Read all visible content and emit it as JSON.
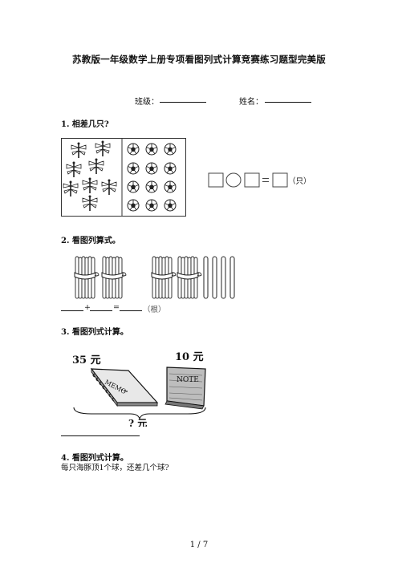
{
  "title": "苏教版一年级数学上册专项看图列式计算竞赛练习题型完美版",
  "header": {
    "class_label": "班级：",
    "name_label": "姓名："
  },
  "q1": {
    "label": "1. 相差几只?",
    "unit": "（只）"
  },
  "q2": {
    "label": "2. 看图列算式。",
    "plus": "+",
    "equals": "=",
    "unit": "（根）"
  },
  "q3": {
    "label": "3. 看图列式计算。",
    "price_memo": "35 元",
    "price_note": "10 元",
    "memo_text": "MEMO",
    "note_text": "NOTE",
    "question": "? 元"
  },
  "q4": {
    "label": "4. 看图列式计算。",
    "text": "每只海豚顶1个球，还差几个球?"
  },
  "footer": {
    "page": "1 / 7"
  }
}
